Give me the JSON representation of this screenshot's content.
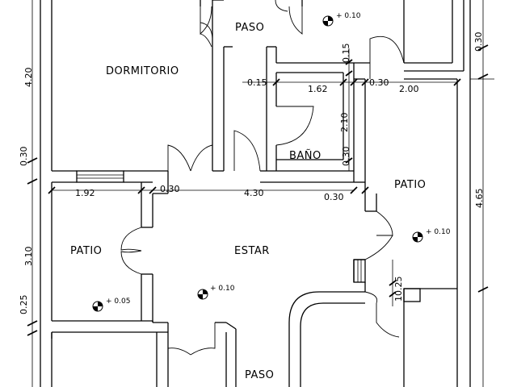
{
  "rooms": {
    "paso_top": "PASO",
    "dormitorio": "DORMITORIO",
    "bano": "BAÑO",
    "patio_right": "PATIO",
    "patio_left": "PATIO",
    "estar": "ESTAR",
    "paso_bottom": "PASO"
  },
  "dimensions": {
    "d_4_20": "4.20",
    "d_0_30_left": "0.30",
    "d_3_10": "3.10",
    "d_0_25": "0.25",
    "d_0_15_top": "0.15",
    "d_0_15_left": "0.15",
    "d_1_62": "1.62",
    "d_0_30_a": "0.30",
    "d_2_00": "2.00",
    "d_2_10": "2.10",
    "d_0_30_b": "0.30",
    "d_1_92": "1.92",
    "d_0_30_c": "0.30",
    "d_4_30": "4.30",
    "d_0_30_d": "0.30",
    "d_0_30_right": "0.30",
    "d_4_65": "4.65",
    "d_10_25": "10.25"
  },
  "levels": {
    "lv_top": "+ 0.10",
    "lv_patio": "+ 0.10",
    "lv_estar": "+ 0.10",
    "lv_left": "+ 0.05"
  }
}
